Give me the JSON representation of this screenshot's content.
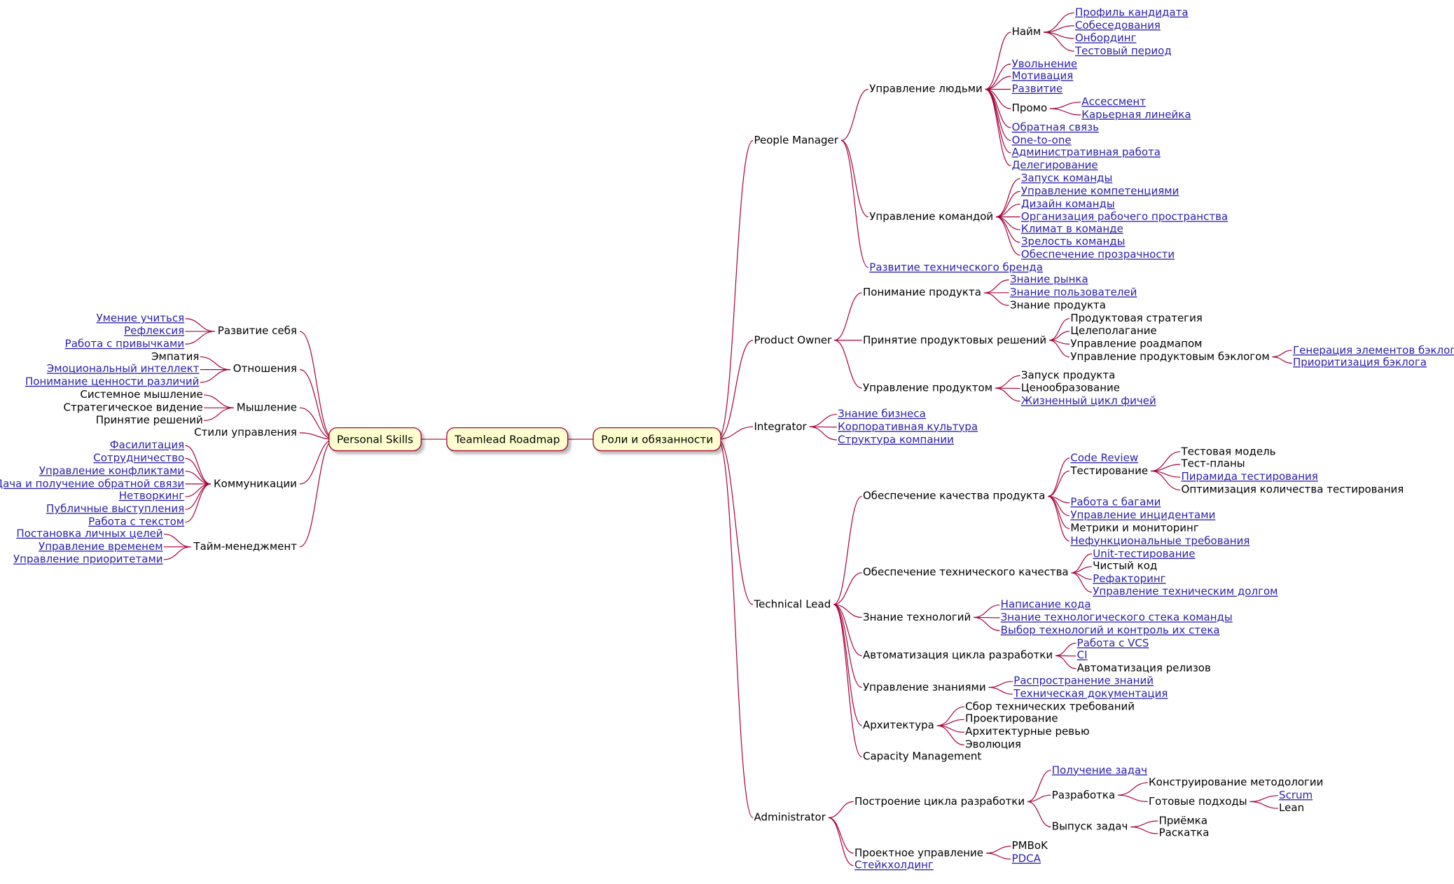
{
  "colors": {
    "edge": "#A80036",
    "node_fill": "#FEFECE",
    "link": "#2a1fa8",
    "text": "#000000"
  },
  "center": "Teamlead Roadmap",
  "left_root": "Personal Skills",
  "right_root": "Роли и обязанности",
  "left": [
    {
      "t": "Развитие себя",
      "c": [
        {
          "t": "Умение учиться",
          "l": true
        },
        {
          "t": "Рефлексия",
          "l": true
        },
        {
          "t": "Работа с привычками",
          "l": true
        }
      ]
    },
    {
      "t": "Отношения",
      "c": [
        {
          "t": "Эмпатия"
        },
        {
          "t": "Эмоциональный интеллект",
          "l": true
        },
        {
          "t": "Понимание ценности различий",
          "l": true
        }
      ]
    },
    {
      "t": "Мышление",
      "c": [
        {
          "t": "Системное мышление"
        },
        {
          "t": "Стратегическое видение"
        },
        {
          "t": "Принятие решений"
        }
      ]
    },
    {
      "t": "Стили управления"
    },
    {
      "t": "Коммуникации",
      "c": [
        {
          "t": "Фасилитация",
          "l": true
        },
        {
          "t": "Сотрудничество",
          "l": true
        },
        {
          "t": "Управление конфликтами",
          "l": true
        },
        {
          "t": "Дача и получение обратной связи",
          "l": true
        },
        {
          "t": "Нетворкинг",
          "l": true
        },
        {
          "t": "Публичные выступления",
          "l": true
        },
        {
          "t": "Работа с текстом",
          "l": true
        }
      ]
    },
    {
      "t": "Тайм-менеджмент",
      "c": [
        {
          "t": "Постановка личных целей",
          "l": true
        },
        {
          "t": "Управление временем",
          "l": true
        },
        {
          "t": "Управление приоритетами",
          "l": true
        }
      ]
    }
  ],
  "right": [
    {
      "t": "People Manager",
      "c": [
        {
          "t": "Управление людьми",
          "c": [
            {
              "t": "Найм",
              "c": [
                {
                  "t": "Профиль кандидата",
                  "l": true
                },
                {
                  "t": "Собеседования",
                  "l": true
                },
                {
                  "t": "Онбординг",
                  "l": true
                },
                {
                  "t": "Тестовый период",
                  "l": true
                }
              ]
            },
            {
              "t": "Увольнение",
              "l": true
            },
            {
              "t": "Мотивация",
              "l": true
            },
            {
              "t": "Развитие",
              "l": true
            },
            {
              "t": "Промо",
              "c": [
                {
                  "t": "Ассессмент",
                  "l": true
                },
                {
                  "t": "Карьерная линейка",
                  "l": true
                }
              ]
            },
            {
              "t": "Обратная связь",
              "l": true
            },
            {
              "t": "One-to-one",
              "l": true
            },
            {
              "t": "Административная работа",
              "l": true
            },
            {
              "t": "Делегирование",
              "l": true
            }
          ]
        },
        {
          "t": "Управление командой",
          "c": [
            {
              "t": "Запуск команды",
              "l": true
            },
            {
              "t": "Управление компетенциями",
              "l": true
            },
            {
              "t": "Дизайн команды",
              "l": true
            },
            {
              "t": "Организация рабочего пространства",
              "l": true
            },
            {
              "t": "Климат в команде",
              "l": true
            },
            {
              "t": "Зрелость команды",
              "l": true
            },
            {
              "t": "Обеспечение прозрачности",
              "l": true
            }
          ]
        },
        {
          "t": "Развитие технического бренда",
          "l": true
        }
      ]
    },
    {
      "t": "Product Owner",
      "c": [
        {
          "t": "Понимание продукта",
          "c": [
            {
              "t": "Знание рынка",
              "l": true
            },
            {
              "t": "Знание пользователей",
              "l": true
            },
            {
              "t": "Знание продукта"
            }
          ]
        },
        {
          "t": "Принятие продуктовых решений",
          "c": [
            {
              "t": "Продуктовая стратегия"
            },
            {
              "t": "Целеполагание"
            },
            {
              "t": "Управление роадмапом"
            },
            {
              "t": "Управление продуктовым бэклогом",
              "c": [
                {
                  "t": "Генерация элементов бэклога",
                  "l": true
                },
                {
                  "t": "Приоритизация бэклога",
                  "l": true
                }
              ]
            }
          ]
        },
        {
          "t": "Управление продуктом",
          "c": [
            {
              "t": "Запуск продукта"
            },
            {
              "t": "Ценообразование"
            },
            {
              "t": "Жизненный цикл фичей",
              "l": true
            }
          ]
        }
      ]
    },
    {
      "t": "Integrator",
      "c": [
        {
          "t": "Знание бизнеса",
          "l": true
        },
        {
          "t": "Корпоративная культура",
          "l": true
        },
        {
          "t": "Структура компании",
          "l": true
        }
      ]
    },
    {
      "t": "Technical Lead",
      "c": [
        {
          "t": "Обеспечение качества продукта",
          "c": [
            {
              "t": "Code Review",
              "l": true
            },
            {
              "t": "Тестирование",
              "c": [
                {
                  "t": "Тестовая модель"
                },
                {
                  "t": "Тест-планы"
                },
                {
                  "t": "Пирамида тестирования",
                  "l": true
                },
                {
                  "t": "Оптимизация количества тестирования"
                }
              ]
            },
            {
              "t": "Работа с багами",
              "l": true
            },
            {
              "t": "Управление инцидентами",
              "l": true
            },
            {
              "t": "Метрики и мониторинг"
            },
            {
              "t": "Нефункциональные требования",
              "l": true
            }
          ]
        },
        {
          "t": "Обеспечение технического качества",
          "c": [
            {
              "t": "Unit-тестирование",
              "l": true
            },
            {
              "t": "Чистый код"
            },
            {
              "t": "Рефакторинг",
              "l": true
            },
            {
              "t": "Управление техническим долгом",
              "l": true
            }
          ]
        },
        {
          "t": "Знание технологий",
          "c": [
            {
              "t": "Написание кода",
              "l": true
            },
            {
              "t": "Знание технологического стека команды",
              "l": true
            },
            {
              "t": "Выбор технологий и контроль их стека",
              "l": true
            }
          ]
        },
        {
          "t": "Автоматизация цикла разработки",
          "c": [
            {
              "t": "Работа с VCS",
              "l": true
            },
            {
              "t": "CI",
              "l": true
            },
            {
              "t": "Автоматизация релизов"
            }
          ]
        },
        {
          "t": "Управление знаниями",
          "c": [
            {
              "t": "Распространение знаний",
              "l": true
            },
            {
              "t": "Техническая документация",
              "l": true
            }
          ]
        },
        {
          "t": "Архитектура",
          "c": [
            {
              "t": "Сбор технических требований"
            },
            {
              "t": "Проектирование"
            },
            {
              "t": "Архитектурные ревью"
            },
            {
              "t": "Эволюция"
            }
          ]
        },
        {
          "t": "Capacity Management"
        }
      ]
    },
    {
      "t": "Administrator",
      "c": [
        {
          "t": "Построение цикла разработки",
          "c": [
            {
              "t": "Получение задач",
              "l": true
            },
            {
              "t": "Разработка",
              "c": [
                {
                  "t": "Конструирование методологии"
                },
                {
                  "t": "Готовые подходы",
                  "c": [
                    {
                      "t": "Scrum",
                      "l": true
                    },
                    {
                      "t": "Lean"
                    }
                  ]
                }
              ]
            },
            {
              "t": "Выпуск задач",
              "c": [
                {
                  "t": "Приёмка"
                },
                {
                  "t": "Раскатка"
                }
              ]
            }
          ]
        },
        {
          "t": "Проектное управление",
          "c": [
            {
              "t": "PMBoK"
            },
            {
              "t": "PDCA",
              "l": true
            }
          ]
        },
        {
          "t": "Стейкхолдинг",
          "l": true
        }
      ]
    }
  ]
}
